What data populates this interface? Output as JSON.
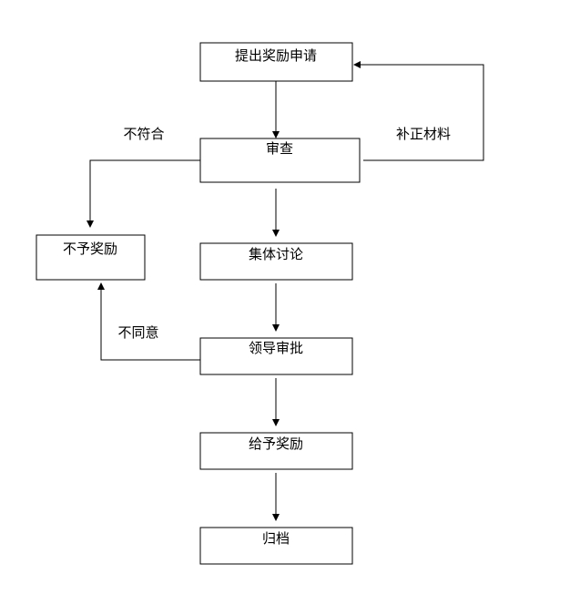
{
  "nodes": {
    "submit": "提出奖励申请",
    "review": "审查",
    "no_award": "不予奖励",
    "discussion": "集体讨论",
    "leader_approval": "领导审批",
    "grant": "给予奖励",
    "archive": "归档"
  },
  "edge_labels": {
    "not_compliant": "不符合",
    "supplement": "补正材料",
    "not_agreed": "不同意"
  },
  "colors": {
    "line": "#000000",
    "box_fill": "#ffffff",
    "background": "#ffffff"
  }
}
